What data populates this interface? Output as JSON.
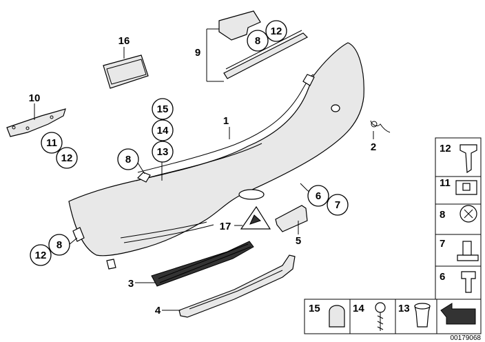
{
  "diagram": {
    "callouts": {
      "c1": "1",
      "c2": "2",
      "c3": "3",
      "c4": "4",
      "c5": "5",
      "c6": "6",
      "c7": "7",
      "c8a": "8",
      "c8b": "8",
      "c8c": "8",
      "c9": "9",
      "c10": "10",
      "c11": "11",
      "c12a": "12",
      "c12b": "12",
      "c12c": "12",
      "c13": "13",
      "c14": "14",
      "c15": "15",
      "c16": "16",
      "c17": "17"
    },
    "side_panel": [
      "12",
      "11",
      "8",
      "7",
      "6"
    ],
    "bottom_panel": [
      "15",
      "14",
      "13"
    ],
    "footer_code": "00179068"
  }
}
